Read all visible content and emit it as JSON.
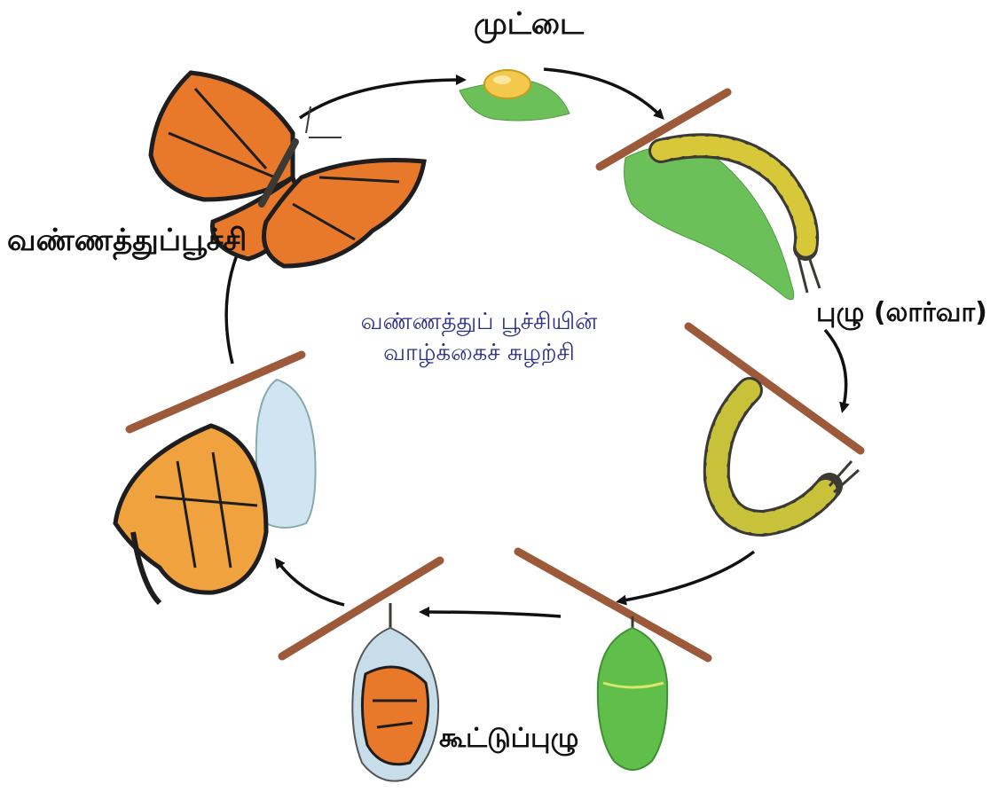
{
  "diagram": {
    "title_line1": "வண்ணத்துப் பூச்சியின்",
    "title_line2": "வாழ்க்கைச் சுழற்சி",
    "stages": {
      "egg": "முட்டை",
      "larva": "புழு (லார்வா)",
      "pupa": "கூட்டுப்புழு",
      "butterfly": "வண்ணத்துப்பூச்சி"
    }
  },
  "colors": {
    "title": "#2b2f86",
    "leaf": "#6cc05a",
    "twig": "#9c5a3a",
    "wing": "#e8792a",
    "chrysalis": "#5fbf4a",
    "arrow": "#111111"
  }
}
